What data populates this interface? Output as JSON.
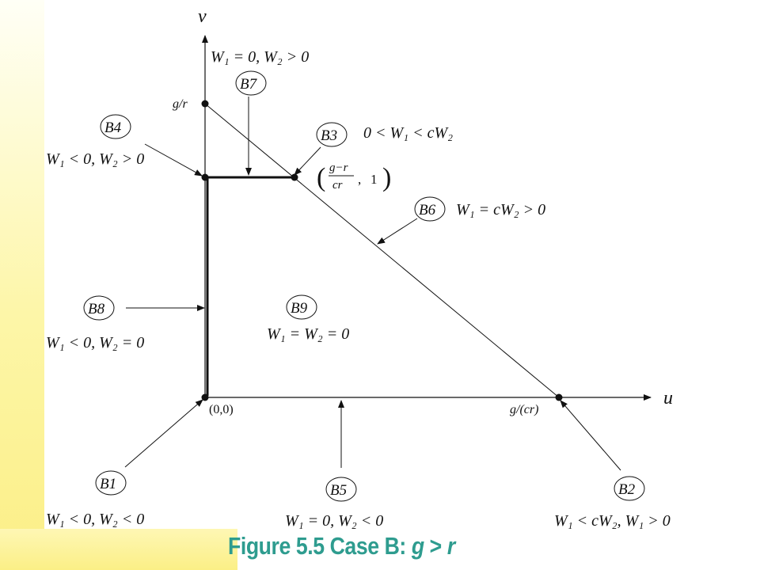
{
  "axes": {
    "x_label": "u",
    "y_label": "v"
  },
  "points": {
    "origin": "(0,0)",
    "g_over_r": "g/r",
    "g_over_cr": "g/(cr)",
    "vertex": {
      "num": "g−r",
      "den": "cr",
      "second": "1"
    }
  },
  "regions": [
    {
      "id": "B1",
      "label": "B1",
      "condition": "W₁ < 0, W₂ < 0"
    },
    {
      "id": "B2",
      "label": "B2",
      "condition": "W₁ < cW₂, W₁ > 0"
    },
    {
      "id": "B3",
      "label": "B3",
      "condition": "0 < W₁ < cW₂"
    },
    {
      "id": "B4",
      "label": "B4",
      "condition": "W₁ < 0, W₂ > 0"
    },
    {
      "id": "B5",
      "label": "B5",
      "condition": "W₁ = 0, W₂ < 0"
    },
    {
      "id": "B6",
      "label": "B6",
      "condition": "W₁ = cW₂ > 0"
    },
    {
      "id": "B7",
      "label": "B7",
      "condition": "W₁ = 0, W₂ > 0"
    },
    {
      "id": "B8",
      "label": "B8",
      "condition": "W₁ < 0, W₂ = 0"
    },
    {
      "id": "B9",
      "label": "B9",
      "condition": "W₁ = W₂ = 0"
    }
  ],
  "caption": {
    "prefix": "Figure 5.5 Case B: ",
    "g": "g",
    "op": " > ",
    "r": "r"
  },
  "colors": {
    "caption": "#2e9c8f",
    "sidebar": "#fbef86",
    "ink": "#111111"
  }
}
